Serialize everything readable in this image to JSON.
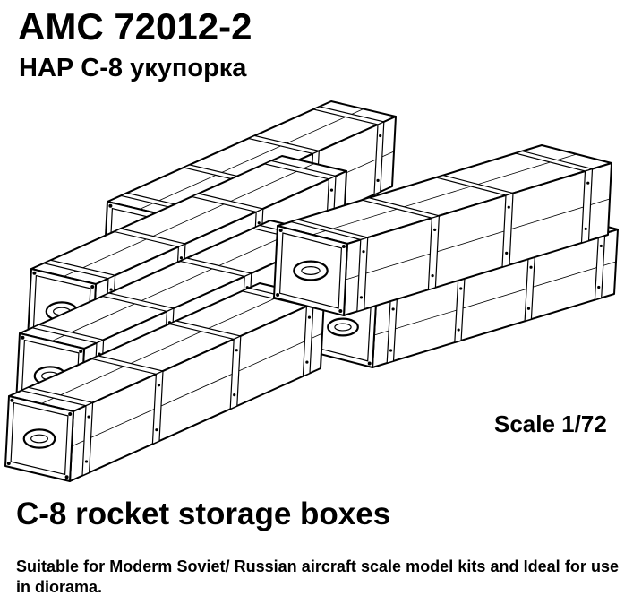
{
  "header": {
    "product_code": "AMC 72012-2",
    "subtitle": "НАР С-8 укупорка"
  },
  "illustration": {
    "subject": "stacked C-8 rocket wooden storage crates line drawing",
    "scale_label": "Scale 1/72"
  },
  "footer": {
    "title": "C-8 rocket storage boxes",
    "description": "Suitable for Moderm Soviet/ Russian aircraft scale model kits and Ideal for use in diorama."
  },
  "colors": {
    "ink": "#000000",
    "paper": "#ffffff"
  }
}
